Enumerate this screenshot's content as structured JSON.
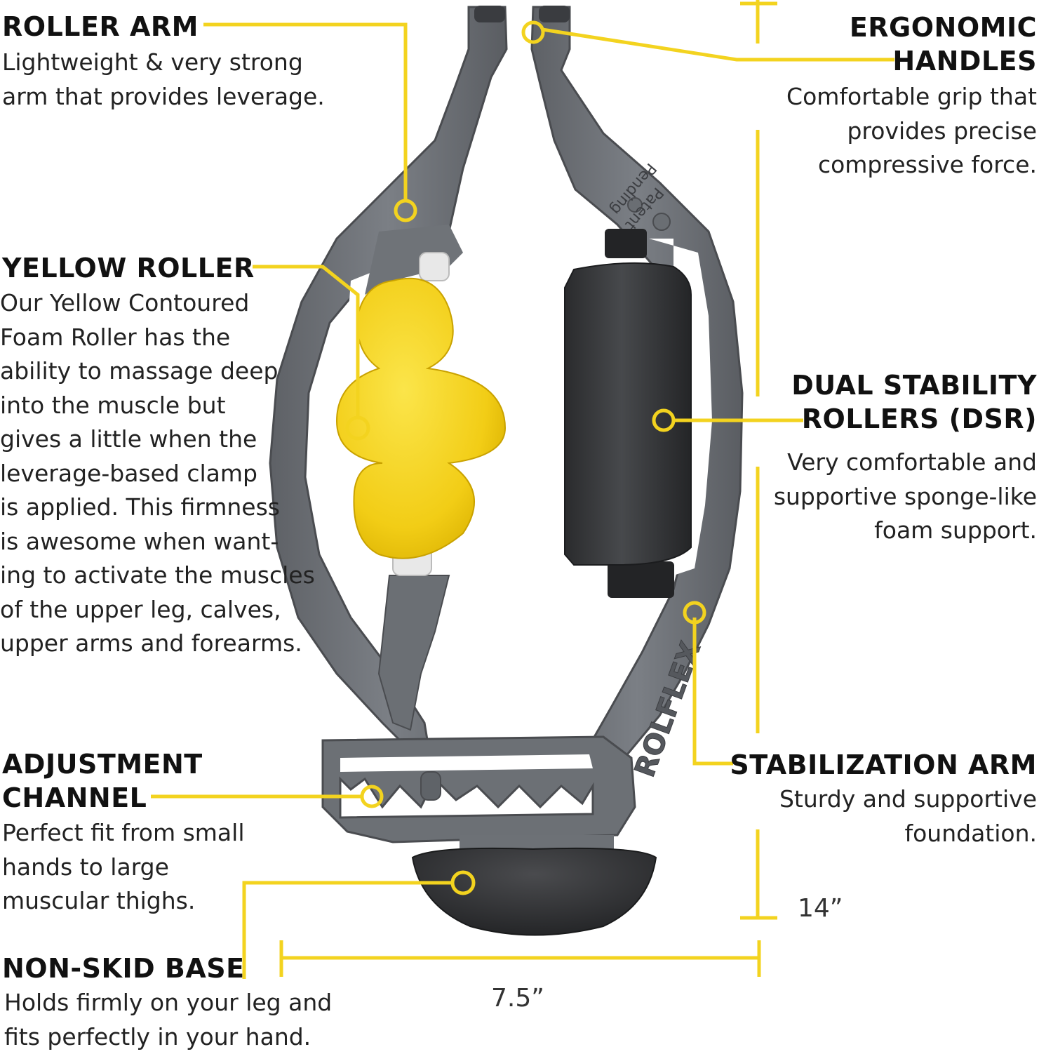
{
  "accent_color": "#f3d31f",
  "callouts": {
    "roller_arm": {
      "title": "ROLLER ARM",
      "lines": [
        "Lightweight & very strong",
        "arm that provides leverage."
      ]
    },
    "yellow_roller": {
      "title": "YELLOW ROLLER",
      "lines": [
        "Our Yellow Contoured",
        "Foam Roller has the",
        "ability to massage deep",
        "into the muscle but",
        "gives a little when the",
        "leverage-based clamp",
        "is applied. This firmness",
        "is awesome when want-",
        "ing to activate the muscles",
        "of the upper leg, calves,",
        "upper arms and forearms."
      ]
    },
    "adjustment_channel": {
      "title_lines": [
        "ADJUSTMENT",
        "CHANNEL"
      ],
      "lines": [
        "Perfect fit from small",
        "hands to large",
        "muscular thighs."
      ]
    },
    "non_skid_base": {
      "title": "NON-SKID BASE",
      "lines": [
        "Holds firmly on your leg and",
        "fits perfectly in your hand."
      ]
    },
    "ergonomic_handles": {
      "title_lines": [
        "ERGONOMIC",
        "HANDLES"
      ],
      "lines": [
        "Comfortable grip that",
        "provides precise",
        "compressive force."
      ]
    },
    "dual_stability_rollers": {
      "title_lines": [
        "DUAL STABILITY",
        "ROLLERS (DSR)"
      ],
      "lines": [
        "Very comfortable and",
        "supportive sponge-like",
        "foam support."
      ]
    },
    "stabilization_arm": {
      "title": "STABILIZATION ARM",
      "lines": [
        "Sturdy and supportive",
        "foundation."
      ]
    }
  },
  "dimensions": {
    "height": "14”",
    "width": "7.5”"
  },
  "device_markings": {
    "brand": "ROLFLEX",
    "patent": [
      "Patent",
      "Pending"
    ]
  }
}
